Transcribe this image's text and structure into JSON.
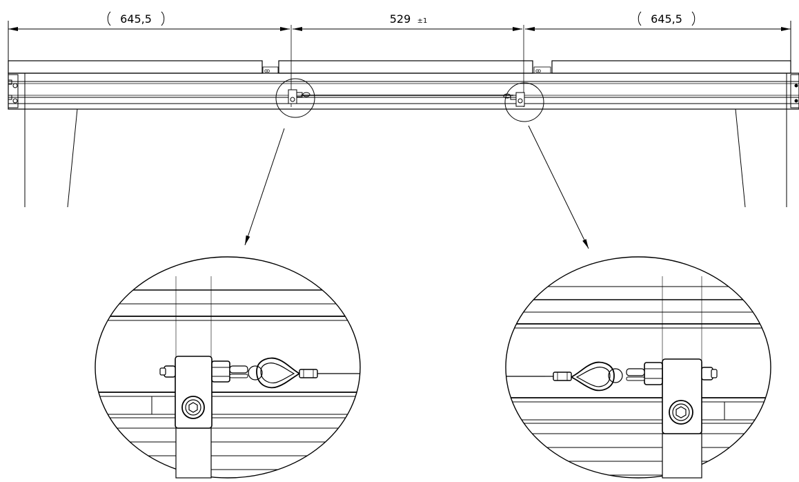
{
  "dimensions": {
    "left": "645,5",
    "center": "529",
    "center_tolerance": "±1",
    "right": "645,5"
  },
  "details": {
    "left": "cable-tensioner-detail-left",
    "right": "cable-tensioner-detail-right"
  }
}
